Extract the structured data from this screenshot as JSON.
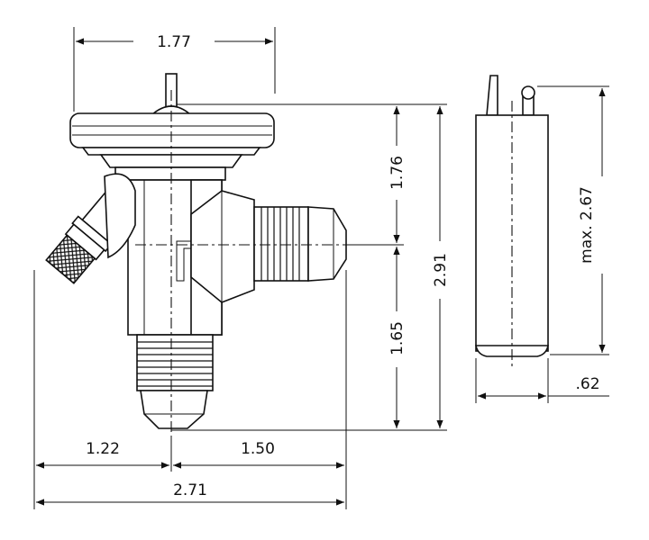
{
  "drawing": {
    "dimensions": {
      "diaphragm_width": "1.77",
      "upper_height": "1.76",
      "lower_height": "1.65",
      "total_height": "2.91",
      "left_offset": "1.22",
      "right_offset": "1.50",
      "total_width": "2.71",
      "bulb_length": "max. 2.67",
      "bulb_diameter": ".62"
    }
  }
}
